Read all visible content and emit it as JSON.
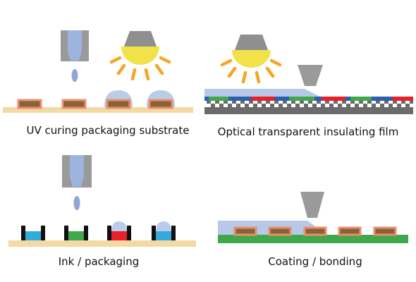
{
  "panels": [
    {
      "id": "uv-curing",
      "caption": "UV curing packaging substrate"
    },
    {
      "id": "optical-film",
      "caption": "Optical transparent insulating film"
    },
    {
      "id": "ink-packaging",
      "caption": "Ink / packaging"
    },
    {
      "id": "coating-bonding",
      "caption": "Coating / bonding"
    }
  ],
  "colors": {
    "nozzle_gray": "#9a9a9a",
    "nozzle_blue": "#9db4de",
    "droplet_blue": "#8ea7d8",
    "lamp_gray": "#8f8f8f",
    "lamp_yellow": "#f2e24a",
    "ray_orange": "#f5a623",
    "substrate_tan": "#f3d9a4",
    "chip_brown": "#8a6238",
    "chip_border": "#e98f6e",
    "encap_blue": "#b9cce8",
    "film_blue": "#b7c9e6",
    "green_board": "#3ea84a",
    "red": "#e8202a",
    "blue": "#2b5fb0",
    "dark_gray": "#6b6b6b",
    "ink_cyan": "#33a9dc",
    "black": "#111111"
  }
}
